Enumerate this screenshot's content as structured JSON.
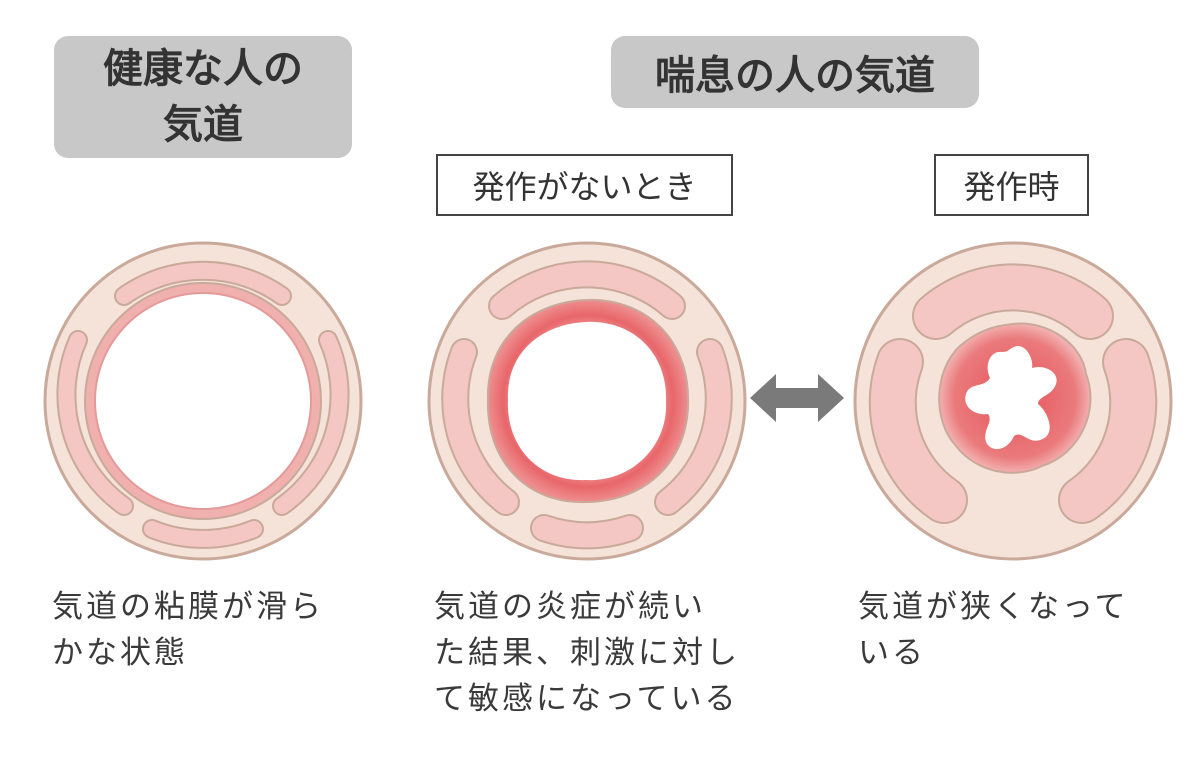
{
  "headers": {
    "healthy": [
      "健康な人の",
      "気道"
    ],
    "asthma": "喘息の人の気道"
  },
  "subheaders": {
    "no_attack": "発作がないとき",
    "attack": "発作時"
  },
  "captions": {
    "healthy": [
      "気道の粘膜が滑ら",
      "かな状態"
    ],
    "no_attack": [
      "気道の炎症が続い",
      "た結果、刺激に対し",
      "て敏感になっている"
    ],
    "attack": [
      "気道が狭くなって",
      "いる"
    ]
  },
  "colors": {
    "header_bg": "#c8c8c8",
    "outer_ring": "#f5e2d8",
    "outline": "#c9a99a",
    "muscle": "#f4c7c4",
    "mucosa_healthy": "#f0b0ae",
    "inflamed": "#e8666a",
    "arrow": "#7a7a7a"
  },
  "icons": {
    "transition": "double-arrow-icon"
  }
}
